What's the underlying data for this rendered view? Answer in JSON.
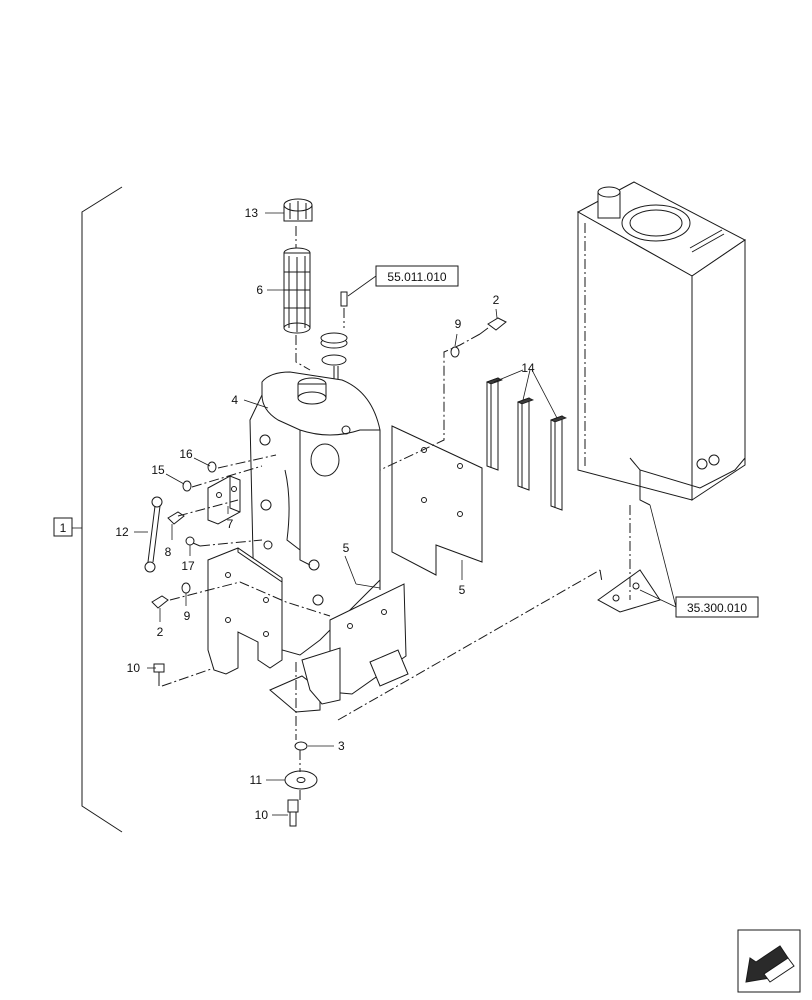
{
  "parts": {
    "p1": "1",
    "p2a": "2",
    "p2b": "2",
    "p3": "3",
    "p4": "4",
    "p5a": "5",
    "p5b": "5",
    "p6": "6",
    "p7": "7",
    "p8": "8",
    "p9a": "9",
    "p9b": "9",
    "p10a": "10",
    "p10b": "10",
    "p11": "11",
    "p12": "12",
    "p13": "13",
    "p14": "14",
    "p15": "15",
    "p16": "16",
    "p17": "17"
  },
  "refs": {
    "top": "55.011.010",
    "right": "35.300.010"
  },
  "nav": {
    "icon": "arrow-back-icon"
  }
}
